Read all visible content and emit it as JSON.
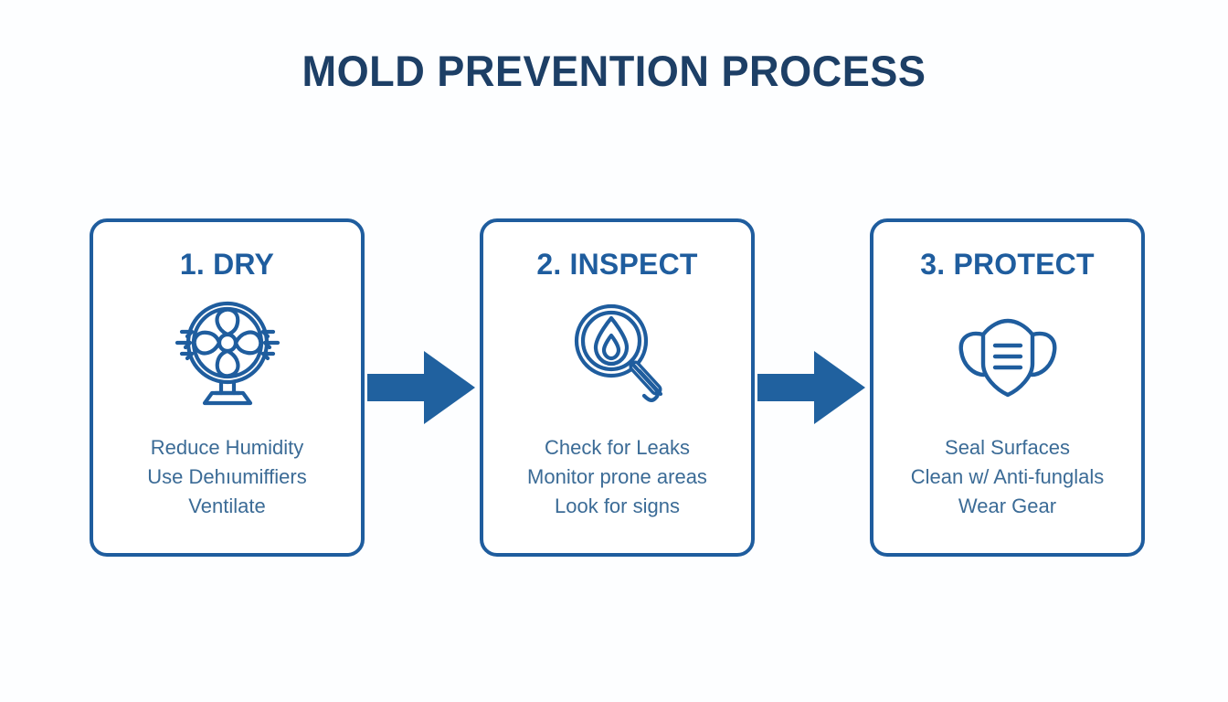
{
  "page": {
    "title": "MOLD PREVENTION PROCESS",
    "background_color": "#fdfeff",
    "title_color": "#1d3f66",
    "accent_color": "#1f5d9e",
    "arrow_color": "#20619f",
    "body_text_color": "#3b6b96",
    "card_border_color": "#1f5d9e",
    "card_fill_color": "#ffffff"
  },
  "steps": [
    {
      "heading": "1. DRY",
      "icon": "fan-icon",
      "lines": [
        "Reduce Humidity",
        "Use Dehıumiffiers",
        "Ventilate"
      ]
    },
    {
      "heading": "2. INSPECT",
      "icon": "magnifier-droplet-icon",
      "lines": [
        "Check for Leaks",
        "Monitor prone areas",
        "Look for signs"
      ]
    },
    {
      "heading": "3. PROTECT",
      "icon": "face-mask-icon",
      "lines": [
        "Seal Surfaces",
        "Clean w/ Anti-funglals",
        "Wear Gear"
      ]
    }
  ],
  "connectors": [
    {
      "name": "arrow-right-icon"
    },
    {
      "name": "arrow-right-icon"
    }
  ]
}
